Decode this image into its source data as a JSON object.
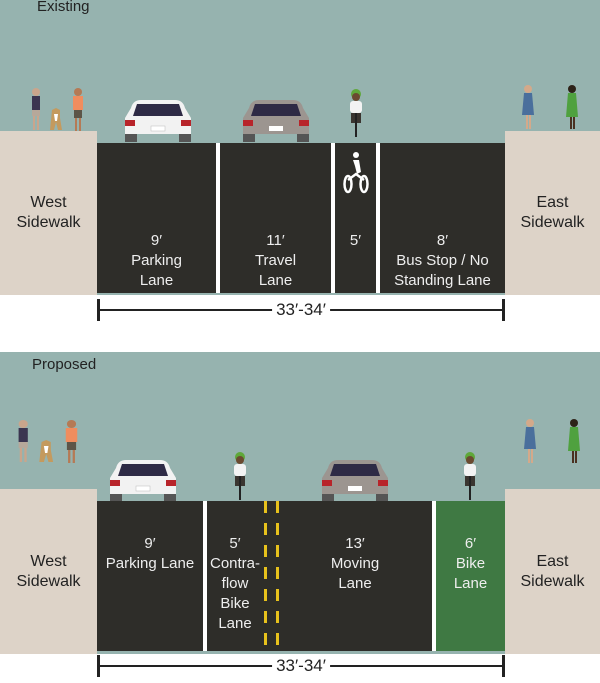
{
  "existing": {
    "title": "Existing",
    "west_sidewalk": [
      "West",
      "Sidewalk"
    ],
    "east_sidewalk": [
      "East",
      "Sidewalk"
    ],
    "lanes": [
      {
        "width": "9′",
        "name": [
          "Parking",
          "Lane"
        ]
      },
      {
        "width": "11′",
        "name": [
          "Travel",
          "Lane"
        ]
      },
      {
        "width": "5′",
        "name": []
      },
      {
        "width": "8′",
        "name": [
          "Bus Stop / No",
          "Standing Lane"
        ]
      }
    ],
    "dimension": "33′-34′"
  },
  "proposed": {
    "title": "Proposed",
    "west_sidewalk": [
      "West",
      "Sidewalk"
    ],
    "east_sidewalk": [
      "East",
      "Sidewalk"
    ],
    "lanes": [
      {
        "width": "9′",
        "name": [
          "Parking Lane"
        ]
      },
      {
        "width": "5′",
        "name": [
          "Contra-",
          "flow",
          "Bike",
          "Lane"
        ]
      },
      {
        "width": "13′",
        "name": [
          "Moving",
          "Lane"
        ]
      },
      {
        "width": "6′",
        "name": [
          "Bike",
          "Lane"
        ]
      }
    ],
    "dimension": "33′-34′"
  },
  "colors": {
    "sky": "#96b3af",
    "sidewalk": "#ddd3c8",
    "asphalt": "#2e2d29",
    "bike_lane": "#3f7943",
    "centerline": "#e8c21c"
  }
}
